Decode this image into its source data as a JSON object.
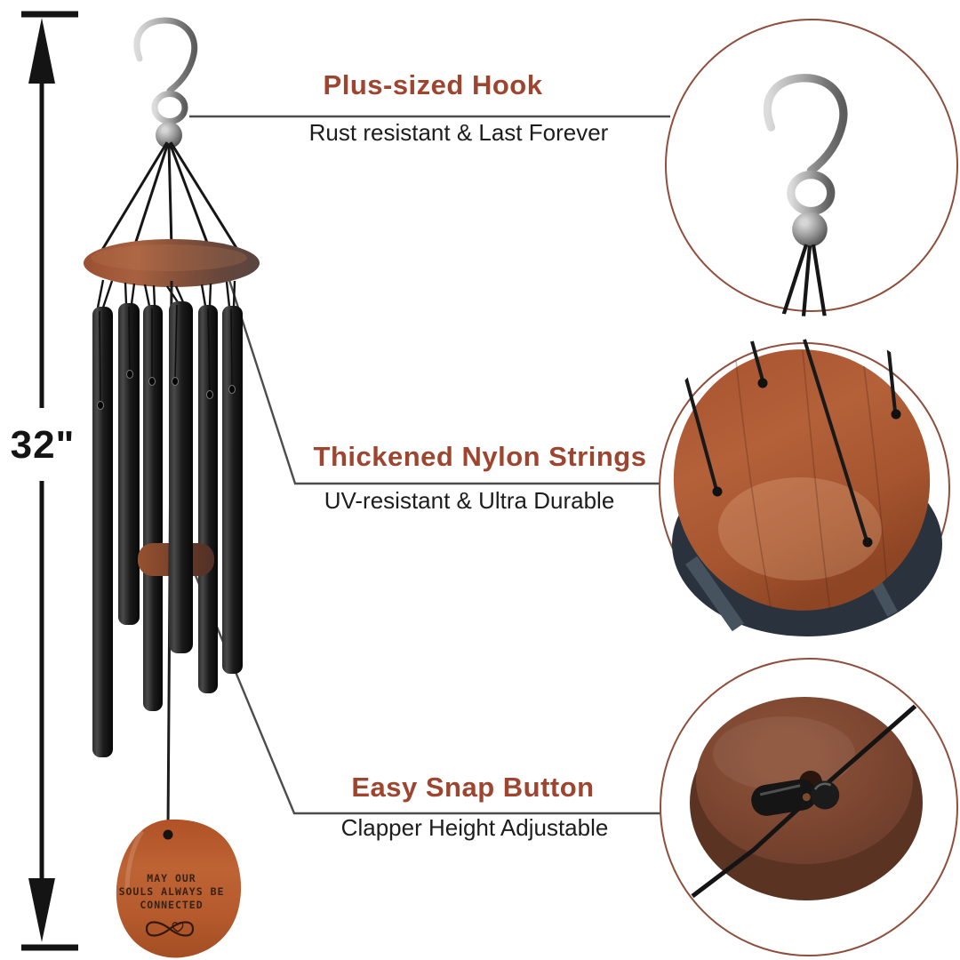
{
  "measurement": {
    "label": "32\""
  },
  "callouts": [
    {
      "title": "Plus-sized Hook",
      "subtitle": "Rust resistant & Last Forever"
    },
    {
      "title": "Thickened Nylon Strings",
      "subtitle": "UV-resistant & Ultra Durable"
    },
    {
      "title": "Easy Snap Button",
      "subtitle": "Clapper Height Adjustable"
    }
  ],
  "sail": {
    "lines": [
      "MAY OUR",
      "SOULS ALWAYS BE",
      "CONNECTED"
    ],
    "symbol": "infinity-heart"
  },
  "colors": {
    "accent": "#9e4530",
    "subtitle_text": "#1d1d1d",
    "pointer_line": "#4c4c4c",
    "circle_border": "#8f4e3c",
    "arrow": "#141414",
    "wood": "#a9562e",
    "tube": "#1b1b1b",
    "string": "#1a1a1a",
    "sail_wood": "#b55a2c",
    "engraving": "#3a2113"
  }
}
